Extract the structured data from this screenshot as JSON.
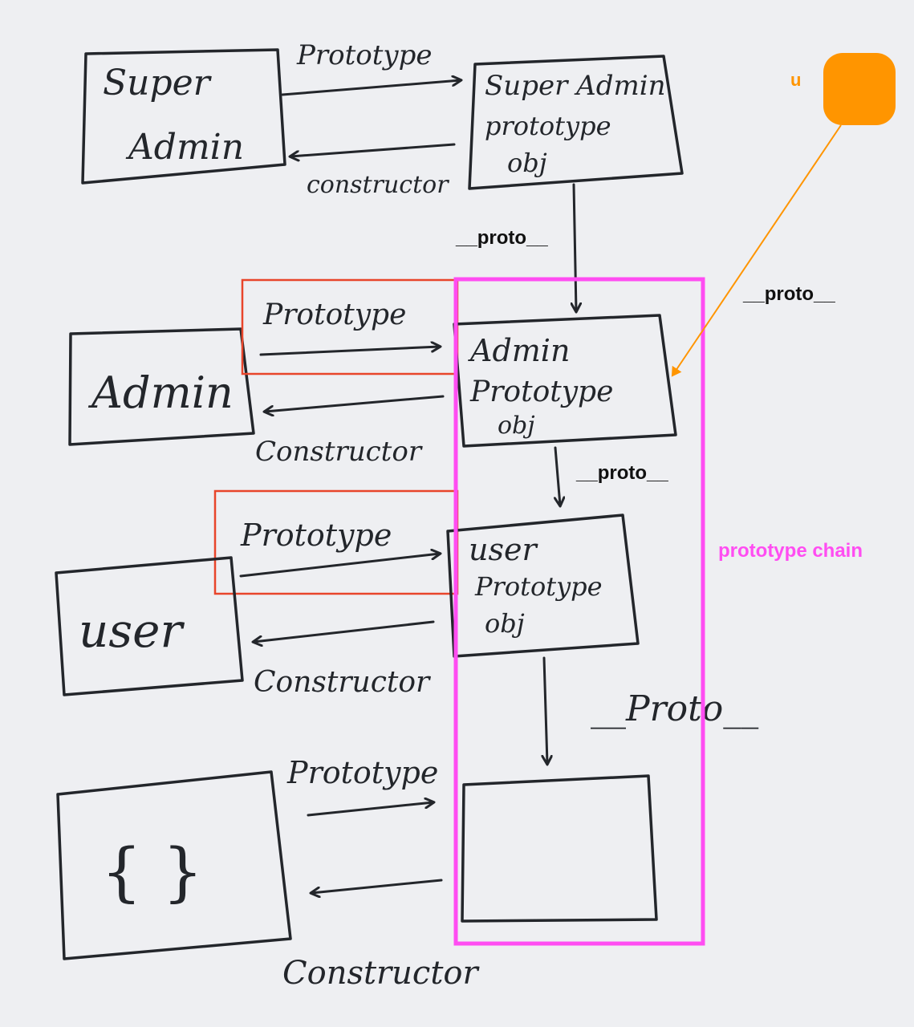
{
  "diagram": {
    "rows": [
      {
        "constructor_label": [
          "Super",
          "Admin"
        ],
        "prototype_label": [
          "Super Admin",
          "prototype",
          "obj"
        ],
        "prototype_arrow_label": "Prototype",
        "constructor_arrow_label": "constructor"
      },
      {
        "constructor_label": [
          "Admin"
        ],
        "prototype_label": [
          "Admin",
          "Prototype",
          "obj"
        ],
        "prototype_arrow_label": "Prototype",
        "constructor_arrow_label": "Constructor"
      },
      {
        "constructor_label": [
          "user"
        ],
        "prototype_label": [
          "user",
          "Prototype",
          "obj"
        ],
        "prototype_arrow_label": "Prototype",
        "constructor_arrow_label": "Constructor"
      },
      {
        "constructor_label": [
          "{ }"
        ],
        "prototype_label": [],
        "prototype_arrow_label": "Prototype",
        "constructor_arrow_label": "Constructor"
      }
    ],
    "proto_links": {
      "super_to_admin": "__proto__",
      "admin_to_user": "__proto__",
      "user_to_object": "__Proto__"
    },
    "instance": {
      "label": "u",
      "proto_label": "__proto__"
    },
    "chain_label": "prototype chain"
  },
  "colors": {
    "ink": "#23262b",
    "paper": "#eeeff2",
    "chain": "#ff4df2",
    "highlight": "#e8452b",
    "instance": "#ff9500"
  }
}
